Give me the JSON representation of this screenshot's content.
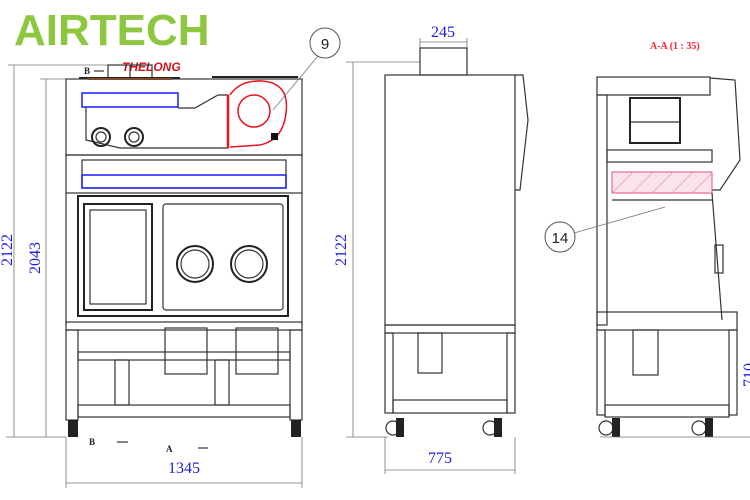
{
  "logo": {
    "brand": "AIRTECH",
    "sub_brand": "THELONG",
    "brand_color": "#8dc63f",
    "sub_color": "#d0121b"
  },
  "front_view": {
    "overall_height": "2122",
    "cabinet_height": "2043",
    "width": "1345",
    "section_marks": {
      "b": "B",
      "a": "A"
    },
    "callout": "9"
  },
  "side_view": {
    "height": "2122",
    "duct_width": "245",
    "depth": "775"
  },
  "section_view": {
    "title": "A-A (1 : 35)",
    "callout": "14",
    "partial_dimension": "710"
  },
  "colors": {
    "dimension": "#2020e0",
    "filter": "#1a1aff",
    "blower": "#e8141e"
  }
}
